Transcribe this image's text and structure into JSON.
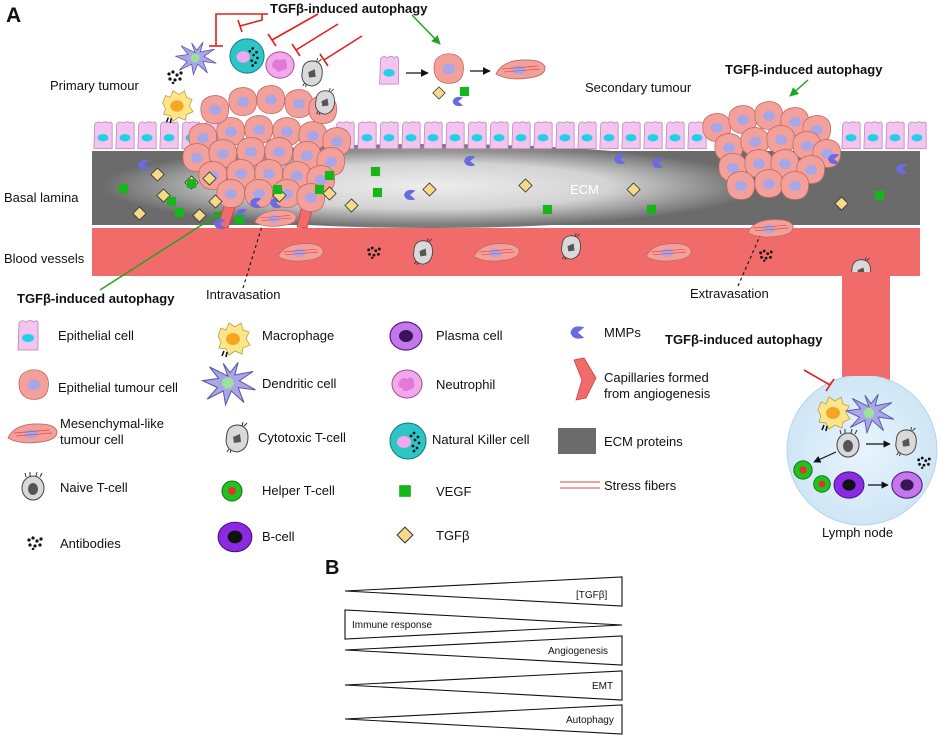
{
  "panel_a_label": "A",
  "panel_b_label": "B",
  "autophagy_label": "TGFβ-induced autophagy",
  "locations": {
    "primary_tumour": "Primary tumour",
    "secondary_tumour": "Secondary tumour",
    "basal_lamina": "Basal lamina",
    "blood_vessels": "Blood vessels",
    "ecm": "ECM",
    "intravasation": "Intravasation",
    "extravasation": "Extravasation",
    "lymph_node": "Lymph node"
  },
  "legend": {
    "epithelial_cell": "Epithelial cell",
    "epithelial_tumour_cell": "Epithelial tumour cell",
    "mesenchymal_line1": "Mesenchymal-like",
    "mesenchymal_line2": "tumour cell",
    "naive_t_cell": "Naive T-cell",
    "antibodies": "Antibodies",
    "macrophage": "Macrophage",
    "dendritic_cell": "Dendritic cell",
    "cytotoxic_t_cell": "Cytotoxic T-cell",
    "helper_t_cell": "Helper T-cell",
    "b_cell": "B-cell",
    "plasma_cell": "Plasma cell",
    "neutrophil": "Neutrophil",
    "nk_cell": "Natural Killer cell",
    "vegf": "VEGF",
    "tgfb": "TGFβ",
    "mmps": "MMPs",
    "capillaries_line1": "Capillaries formed",
    "capillaries_line2": "from angiogenesis",
    "ecm_proteins": "ECM proteins",
    "stress_fibers": "Stress fibers"
  },
  "panel_b": {
    "tgfb": "[TGFβ]",
    "immune": "Immune response",
    "angio": "Angiogenesis",
    "emt": "EMT",
    "autophagy": "Autophagy"
  },
  "colors": {
    "epithelial_fill": "#f4c4f0",
    "nucleus_cyan": "#22d0e8",
    "tumour_fill": "#f4a09a",
    "tumour_nucleus": "#a9a6e8",
    "ecm_gray": "#6b6b6b",
    "vessel_red": "#f26b6b",
    "vegf_green": "#16b61a",
    "tgfb_yellow": "#f7d98a",
    "mmp_blue": "#6c6ae0",
    "inhibit_red": "#e0201e",
    "activate_green": "#22a322",
    "lymph_blue": "#d4eaf8"
  }
}
